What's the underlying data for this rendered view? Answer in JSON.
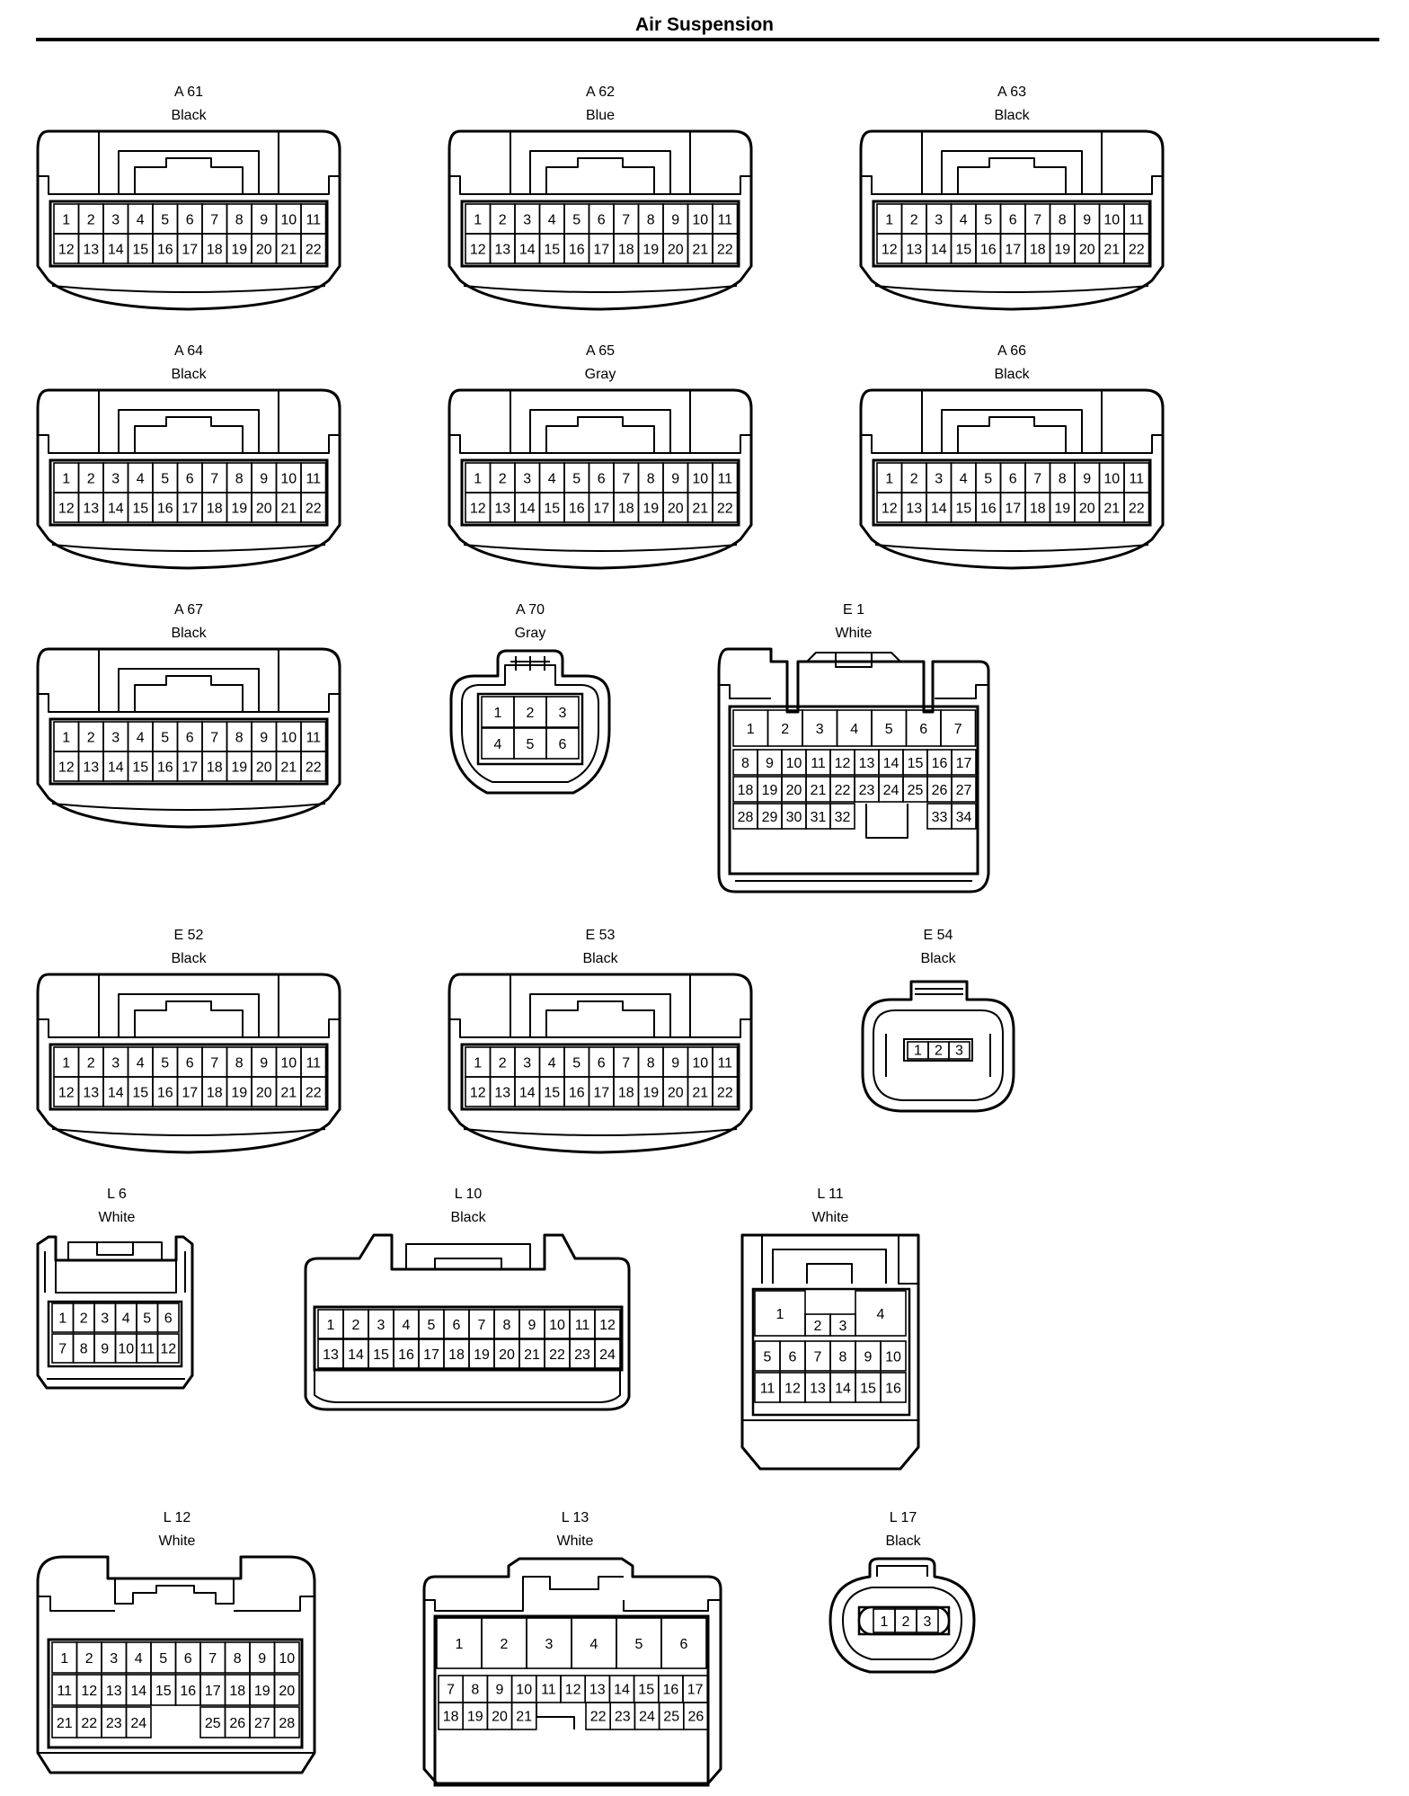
{
  "title": "Air Suspension",
  "connectors": {
    "a61": {
      "id": "A 61",
      "color": "Black",
      "pins": [
        "1",
        "2",
        "3",
        "4",
        "5",
        "6",
        "7",
        "8",
        "9",
        "10",
        "11",
        "12",
        "13",
        "14",
        "15",
        "16",
        "17",
        "18",
        "19",
        "20",
        "21",
        "22"
      ]
    },
    "a62": {
      "id": "A 62",
      "color": "Blue",
      "pins": [
        "1",
        "2",
        "3",
        "4",
        "5",
        "6",
        "7",
        "8",
        "9",
        "10",
        "11",
        "12",
        "13",
        "14",
        "15",
        "16",
        "17",
        "18",
        "19",
        "20",
        "21",
        "22"
      ]
    },
    "a63": {
      "id": "A 63",
      "color": "Black",
      "pins": [
        "1",
        "2",
        "3",
        "4",
        "5",
        "6",
        "7",
        "8",
        "9",
        "10",
        "11",
        "12",
        "13",
        "14",
        "15",
        "16",
        "17",
        "18",
        "19",
        "20",
        "21",
        "22"
      ]
    },
    "a64": {
      "id": "A 64",
      "color": "Black",
      "pins": [
        "1",
        "2",
        "3",
        "4",
        "5",
        "6",
        "7",
        "8",
        "9",
        "10",
        "11",
        "12",
        "13",
        "14",
        "15",
        "16",
        "17",
        "18",
        "19",
        "20",
        "21",
        "22"
      ]
    },
    "a65": {
      "id": "A 65",
      "color": "Gray",
      "pins": [
        "1",
        "2",
        "3",
        "4",
        "5",
        "6",
        "7",
        "8",
        "9",
        "10",
        "11",
        "12",
        "13",
        "14",
        "15",
        "16",
        "17",
        "18",
        "19",
        "20",
        "21",
        "22"
      ]
    },
    "a66": {
      "id": "A 66",
      "color": "Black",
      "pins": [
        "1",
        "2",
        "3",
        "4",
        "5",
        "6",
        "7",
        "8",
        "9",
        "10",
        "11",
        "12",
        "13",
        "14",
        "15",
        "16",
        "17",
        "18",
        "19",
        "20",
        "21",
        "22"
      ]
    },
    "a67": {
      "id": "A 67",
      "color": "Black",
      "pins": [
        "1",
        "2",
        "3",
        "4",
        "5",
        "6",
        "7",
        "8",
        "9",
        "10",
        "11",
        "12",
        "13",
        "14",
        "15",
        "16",
        "17",
        "18",
        "19",
        "20",
        "21",
        "22"
      ]
    },
    "a70": {
      "id": "A 70",
      "color": "Gray",
      "pins": [
        "1",
        "2",
        "3",
        "4",
        "5",
        "6"
      ]
    },
    "e1": {
      "id": "E 1",
      "color": "White",
      "pins": [
        "1",
        "2",
        "3",
        "4",
        "5",
        "6",
        "7",
        "8",
        "9",
        "10",
        "11",
        "12",
        "13",
        "14",
        "15",
        "16",
        "17",
        "18",
        "19",
        "20",
        "21",
        "22",
        "23",
        "24",
        "25",
        "26",
        "27",
        "28",
        "29",
        "30",
        "31",
        "32",
        "33",
        "34"
      ]
    },
    "e52": {
      "id": "E 52",
      "color": "Black",
      "pins": [
        "1",
        "2",
        "3",
        "4",
        "5",
        "6",
        "7",
        "8",
        "9",
        "10",
        "11",
        "12",
        "13",
        "14",
        "15",
        "16",
        "17",
        "18",
        "19",
        "20",
        "21",
        "22"
      ]
    },
    "e53": {
      "id": "E 53",
      "color": "Black",
      "pins": [
        "1",
        "2",
        "3",
        "4",
        "5",
        "6",
        "7",
        "8",
        "9",
        "10",
        "11",
        "12",
        "13",
        "14",
        "15",
        "16",
        "17",
        "18",
        "19",
        "20",
        "21",
        "22"
      ]
    },
    "e54": {
      "id": "E 54",
      "color": "Black",
      "pins": [
        "1",
        "2",
        "3"
      ]
    },
    "l6": {
      "id": "L 6",
      "color": "White",
      "pins": [
        "1",
        "2",
        "3",
        "4",
        "5",
        "6",
        "7",
        "8",
        "9",
        "10",
        "11",
        "12"
      ]
    },
    "l10": {
      "id": "L 10",
      "color": "Black",
      "pins": [
        "1",
        "2",
        "3",
        "4",
        "5",
        "6",
        "7",
        "8",
        "9",
        "10",
        "11",
        "12",
        "13",
        "14",
        "15",
        "16",
        "17",
        "18",
        "19",
        "20",
        "21",
        "22",
        "23",
        "24"
      ]
    },
    "l11": {
      "id": "L 11",
      "color": "White",
      "pins": [
        "1",
        "2",
        "3",
        "4",
        "5",
        "6",
        "7",
        "8",
        "9",
        "10",
        "11",
        "12",
        "13",
        "14",
        "15",
        "16"
      ]
    },
    "l12": {
      "id": "L 12",
      "color": "White",
      "pins": [
        "1",
        "2",
        "3",
        "4",
        "5",
        "6",
        "7",
        "8",
        "9",
        "10",
        "11",
        "12",
        "13",
        "14",
        "15",
        "16",
        "17",
        "18",
        "19",
        "20",
        "21",
        "22",
        "23",
        "24",
        "25",
        "26",
        "27",
        "28"
      ]
    },
    "l13": {
      "id": "L 13",
      "color": "White",
      "pins": [
        "1",
        "2",
        "3",
        "4",
        "5",
        "6",
        "7",
        "8",
        "9",
        "10",
        "11",
        "12",
        "13",
        "14",
        "15",
        "16",
        "17",
        "18",
        "19",
        "20",
        "21",
        "22",
        "23",
        "24",
        "25",
        "26"
      ]
    },
    "l17": {
      "id": "L 17",
      "color": "Black",
      "pins": [
        "1",
        "2",
        "3"
      ]
    }
  }
}
